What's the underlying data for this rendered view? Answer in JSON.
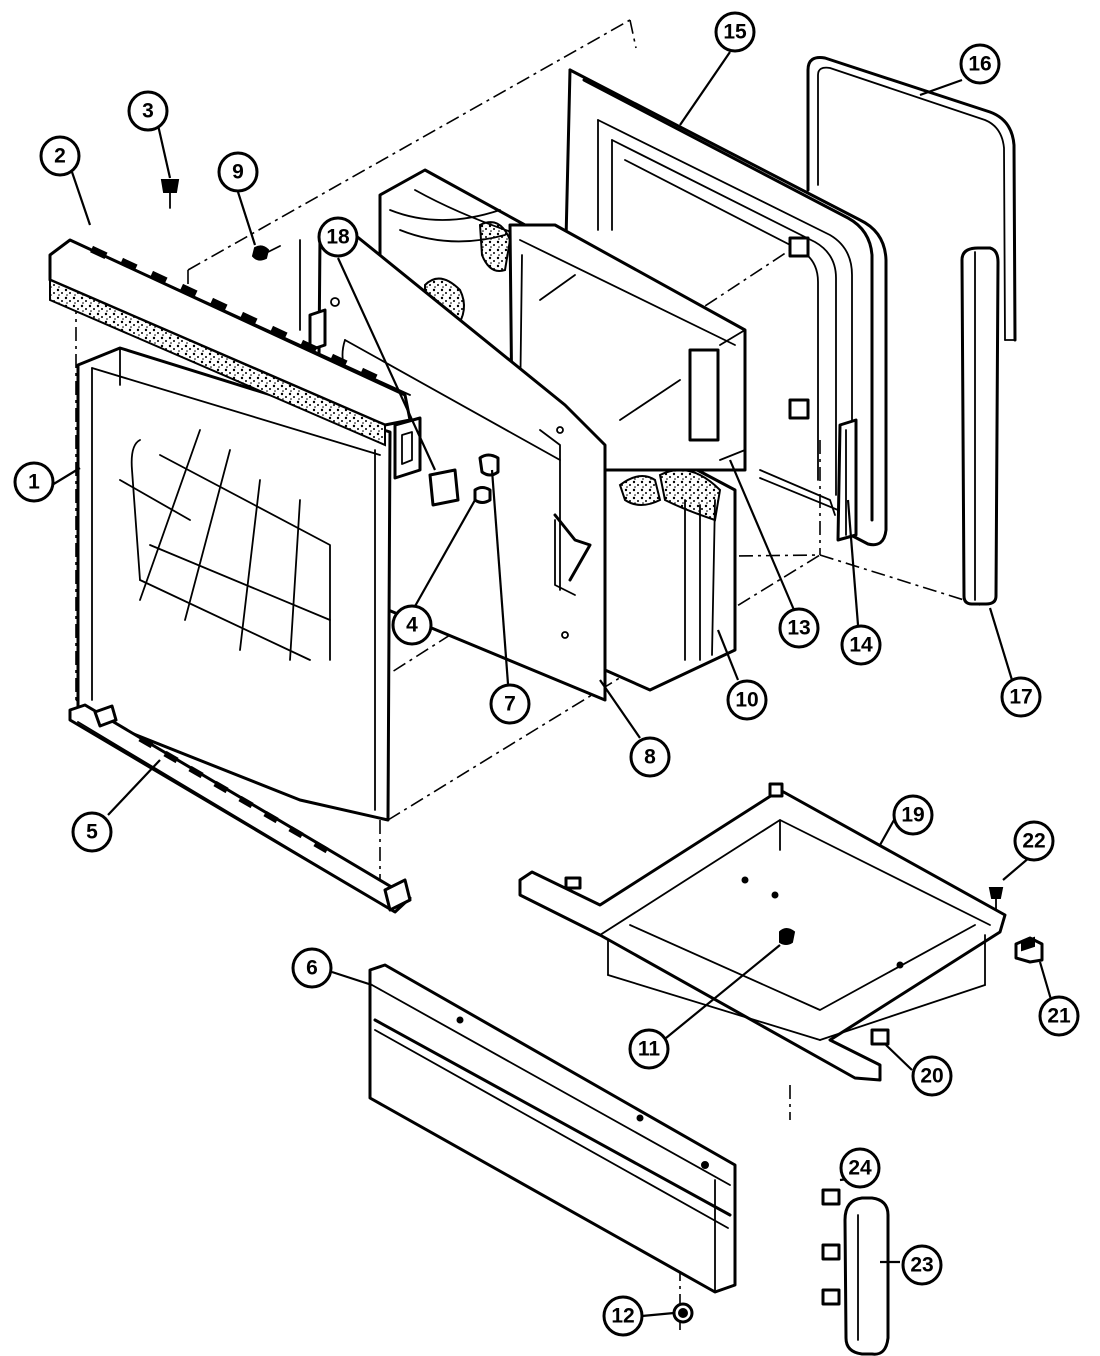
{
  "diagram": {
    "callouts": [
      {
        "id": "1",
        "label": "1"
      },
      {
        "id": "2",
        "label": "2"
      },
      {
        "id": "3",
        "label": "3"
      },
      {
        "id": "4",
        "label": "4"
      },
      {
        "id": "5",
        "label": "5"
      },
      {
        "id": "6",
        "label": "6"
      },
      {
        "id": "7",
        "label": "7"
      },
      {
        "id": "8",
        "label": "8"
      },
      {
        "id": "9",
        "label": "9"
      },
      {
        "id": "10",
        "label": "10"
      },
      {
        "id": "11",
        "label": "11"
      },
      {
        "id": "12",
        "label": "12"
      },
      {
        "id": "13",
        "label": "13"
      },
      {
        "id": "14",
        "label": "14"
      },
      {
        "id": "15",
        "label": "15"
      },
      {
        "id": "16",
        "label": "16"
      },
      {
        "id": "17",
        "label": "17"
      },
      {
        "id": "18",
        "label": "18"
      },
      {
        "id": "19",
        "label": "19"
      },
      {
        "id": "20",
        "label": "20"
      },
      {
        "id": "21",
        "label": "21"
      },
      {
        "id": "22",
        "label": "22"
      },
      {
        "id": "23",
        "label": "23"
      },
      {
        "id": "24",
        "label": "24"
      }
    ]
  }
}
